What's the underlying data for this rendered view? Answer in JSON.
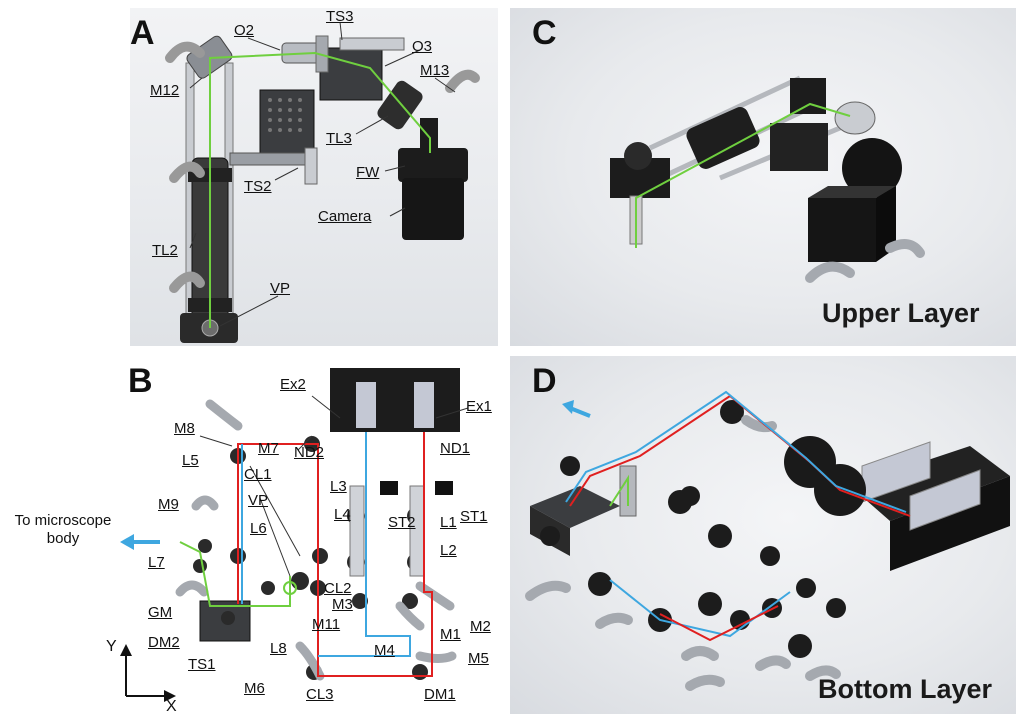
{
  "panels": {
    "A": {
      "letter": "A",
      "labels": [
        "O2",
        "TS3",
        "O3",
        "M12",
        "M13",
        "TL3",
        "FW",
        "TS2",
        "Camera",
        "TL2",
        "VP"
      ]
    },
    "B": {
      "letter": "B",
      "labels": [
        "Ex2",
        "Ex1",
        "M8",
        "M7",
        "ND2",
        "ND1",
        "L5",
        "CL1",
        "L3",
        "ST2",
        "ST1",
        "VP",
        "L4",
        "L1",
        "M9",
        "L6",
        "L2",
        "L7",
        "CL2",
        "GM",
        "M3",
        "M1",
        "M2",
        "DM2",
        "M11",
        "M4",
        "TS1",
        "L8",
        "M5",
        "M6",
        "CL3",
        "DM1"
      ],
      "side_note": "To microscope body",
      "axis_y": "Y",
      "axis_x": "X"
    },
    "C": {
      "letter": "C",
      "title": "Upper Layer"
    },
    "D": {
      "letter": "D",
      "title": "Bottom Layer"
    }
  },
  "colors": {
    "laser_green": "#6fcf3f",
    "laser_red": "#e02020",
    "laser_blue": "#3ea7e0",
    "mount_dark": "#1c1c1c",
    "mount_gray": "#8a8e94",
    "rail_silver": "#c9ccd1"
  }
}
